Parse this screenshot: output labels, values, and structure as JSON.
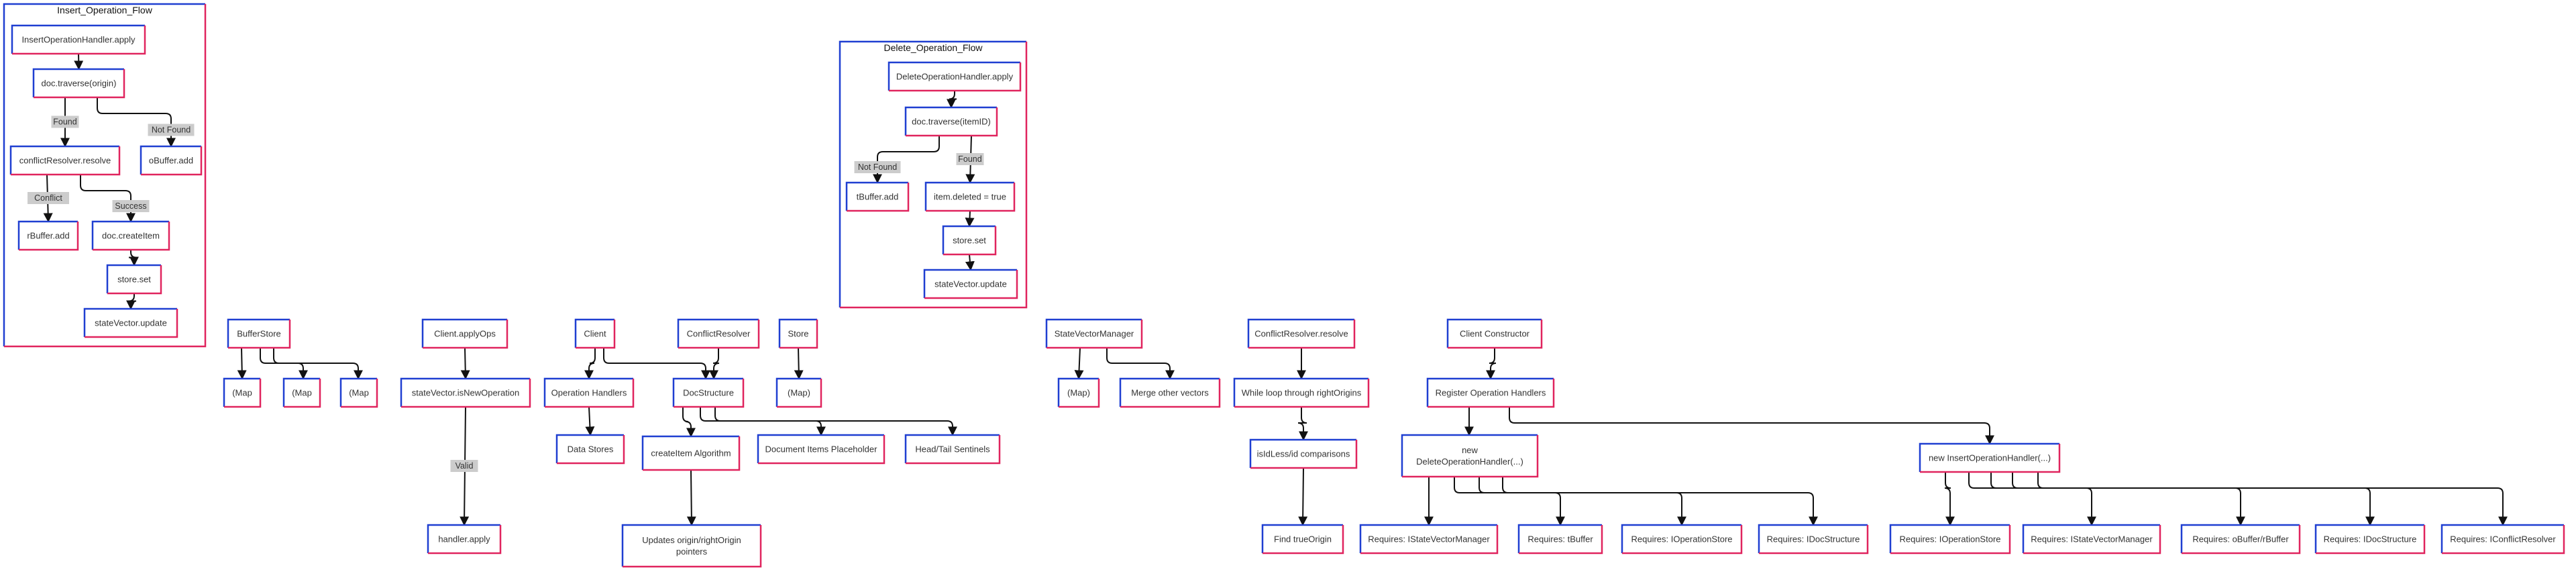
{
  "colors": {
    "border_primary": "#1f3fd1",
    "border_accent": "#e0245e",
    "edge": "#111111",
    "edge_label_bg": "#cccccc",
    "text": "#333333"
  },
  "groups": [
    {
      "id": "g_insert",
      "title": "Insert_Operation_Flow"
    },
    {
      "id": "g_delete",
      "title": "Delete_Operation_Flow"
    }
  ],
  "nodes": [
    {
      "id": "i1",
      "lines": [
        "InsertOperationHandler.apply"
      ]
    },
    {
      "id": "i2",
      "lines": [
        "doc.traverse(origin)"
      ]
    },
    {
      "id": "i3",
      "lines": [
        "conflictResolver.resolve"
      ]
    },
    {
      "id": "i4",
      "lines": [
        "oBuffer.add"
      ]
    },
    {
      "id": "i5",
      "lines": [
        "rBuffer.add"
      ]
    },
    {
      "id": "i6",
      "lines": [
        "doc.createItem"
      ]
    },
    {
      "id": "i7",
      "lines": [
        "store.set"
      ]
    },
    {
      "id": "i8",
      "lines": [
        "stateVector.update"
      ]
    },
    {
      "id": "d1",
      "lines": [
        "DeleteOperationHandler.apply"
      ]
    },
    {
      "id": "d2",
      "lines": [
        "doc.traverse(itemID)"
      ]
    },
    {
      "id": "d3",
      "lines": [
        "tBuffer.add"
      ]
    },
    {
      "id": "d4",
      "lines": [
        "item.deleted = true"
      ]
    },
    {
      "id": "d5",
      "lines": [
        "store.set"
      ]
    },
    {
      "id": "d6",
      "lines": [
        "stateVector.update"
      ]
    },
    {
      "id": "bs",
      "lines": [
        "BufferStore"
      ]
    },
    {
      "id": "bs1",
      "lines": [
        "(Map"
      ]
    },
    {
      "id": "bs2",
      "lines": [
        "(Map"
      ]
    },
    {
      "id": "bs3",
      "lines": [
        "(Map"
      ]
    },
    {
      "id": "ca",
      "lines": [
        "Client.applyOps"
      ]
    },
    {
      "id": "ca1",
      "lines": [
        "stateVector.isNewOperation"
      ]
    },
    {
      "id": "ca2",
      "lines": [
        "handler.apply"
      ]
    },
    {
      "id": "cl",
      "lines": [
        "Client"
      ]
    },
    {
      "id": "oh",
      "lines": [
        "Operation Handlers"
      ]
    },
    {
      "id": "dst",
      "lines": [
        "Data Stores"
      ]
    },
    {
      "id": "cr",
      "lines": [
        "ConflictResolver"
      ]
    },
    {
      "id": "ds",
      "lines": [
        "DocStructure"
      ]
    },
    {
      "id": "cia",
      "lines": [
        "createItem Algorithm"
      ]
    },
    {
      "id": "dip",
      "lines": [
        "Document Items Placeholder"
      ]
    },
    {
      "id": "hts",
      "lines": [
        "Head/Tail Sentinels"
      ]
    },
    {
      "id": "uop",
      "lines": [
        "Updates origin/rightOrigin",
        "pointers"
      ]
    },
    {
      "id": "st",
      "lines": [
        "Store"
      ]
    },
    {
      "id": "stm",
      "lines": [
        "(Map)"
      ]
    },
    {
      "id": "svm",
      "lines": [
        "StateVectorManager"
      ]
    },
    {
      "id": "svm1",
      "lines": [
        "(Map)"
      ]
    },
    {
      "id": "svm2",
      "lines": [
        "Merge other vectors"
      ]
    },
    {
      "id": "crr",
      "lines": [
        "ConflictResolver.resolve"
      ]
    },
    {
      "id": "crr1",
      "lines": [
        "While loop through rightOrigins"
      ]
    },
    {
      "id": "crr2",
      "lines": [
        "isIdLess/id comparisons"
      ]
    },
    {
      "id": "crr3",
      "lines": [
        "Find trueOrigin"
      ]
    },
    {
      "id": "cc",
      "lines": [
        "Client Constructor"
      ]
    },
    {
      "id": "roh",
      "lines": [
        "Register Operation Handlers"
      ]
    },
    {
      "id": "ndh",
      "lines": [
        "new",
        "DeleteOperationHandler(...)"
      ]
    },
    {
      "id": "nih",
      "lines": [
        "new InsertOperationHandler(...)"
      ]
    },
    {
      "id": "r1",
      "lines": [
        "Requires: IStateVectorManager"
      ]
    },
    {
      "id": "r2",
      "lines": [
        "Requires: tBuffer"
      ]
    },
    {
      "id": "r3",
      "lines": [
        "Requires: IOperationStore"
      ]
    },
    {
      "id": "r4",
      "lines": [
        "Requires: IDocStructure"
      ]
    },
    {
      "id": "r5",
      "lines": [
        "Requires: IOperationStore"
      ]
    },
    {
      "id": "r6",
      "lines": [
        "Requires: IStateVectorManager"
      ]
    },
    {
      "id": "r7",
      "lines": [
        "Requires: oBuffer/rBuffer"
      ]
    },
    {
      "id": "r8",
      "lines": [
        "Requires: IDocStructure"
      ]
    },
    {
      "id": "r9",
      "lines": [
        "Requires: IConflictResolver"
      ]
    }
  ],
  "edges": [
    {
      "from": "i1",
      "to": "i2",
      "label": ""
    },
    {
      "from": "i2",
      "to": "i3",
      "label": "Found"
    },
    {
      "from": "i2",
      "to": "i4",
      "label": "Not Found"
    },
    {
      "from": "i3",
      "to": "i5",
      "label": "Conflict"
    },
    {
      "from": "i3",
      "to": "i6",
      "label": "Success"
    },
    {
      "from": "i6",
      "to": "i7",
      "label": ""
    },
    {
      "from": "i7",
      "to": "i8",
      "label": ""
    },
    {
      "from": "d1",
      "to": "d2",
      "label": ""
    },
    {
      "from": "d2",
      "to": "d3",
      "label": "Not Found"
    },
    {
      "from": "d2",
      "to": "d4",
      "label": "Found"
    },
    {
      "from": "d4",
      "to": "d5",
      "label": ""
    },
    {
      "from": "d5",
      "to": "d6",
      "label": ""
    },
    {
      "from": "bs",
      "to": "bs1",
      "label": ""
    },
    {
      "from": "bs",
      "to": "bs2",
      "label": ""
    },
    {
      "from": "bs",
      "to": "bs3",
      "label": ""
    },
    {
      "from": "ca",
      "to": "ca1",
      "label": ""
    },
    {
      "from": "ca1",
      "to": "ca2",
      "label": "Valid"
    },
    {
      "from": "cl",
      "to": "oh",
      "label": ""
    },
    {
      "from": "cl",
      "to": "ds",
      "label": ""
    },
    {
      "from": "oh",
      "to": "dst",
      "label": ""
    },
    {
      "from": "cr",
      "to": "ds",
      "label": ""
    },
    {
      "from": "ds",
      "to": "cia",
      "label": ""
    },
    {
      "from": "ds",
      "to": "dip",
      "label": ""
    },
    {
      "from": "ds",
      "to": "hts",
      "label": ""
    },
    {
      "from": "cia",
      "to": "uop",
      "label": ""
    },
    {
      "from": "st",
      "to": "stm",
      "label": ""
    },
    {
      "from": "svm",
      "to": "svm1",
      "label": ""
    },
    {
      "from": "svm",
      "to": "svm2",
      "label": ""
    },
    {
      "from": "crr",
      "to": "crr1",
      "label": ""
    },
    {
      "from": "crr1",
      "to": "crr2",
      "label": ""
    },
    {
      "from": "crr2",
      "to": "crr3",
      "label": ""
    },
    {
      "from": "cc",
      "to": "roh",
      "label": ""
    },
    {
      "from": "roh",
      "to": "ndh",
      "label": ""
    },
    {
      "from": "roh",
      "to": "nih",
      "label": ""
    },
    {
      "from": "ndh",
      "to": "r1",
      "label": ""
    },
    {
      "from": "ndh",
      "to": "r2",
      "label": ""
    },
    {
      "from": "ndh",
      "to": "r3",
      "label": ""
    },
    {
      "from": "ndh",
      "to": "r4",
      "label": ""
    },
    {
      "from": "nih",
      "to": "r5",
      "label": ""
    },
    {
      "from": "nih",
      "to": "r6",
      "label": ""
    },
    {
      "from": "nih",
      "to": "r7",
      "label": ""
    },
    {
      "from": "nih",
      "to": "r8",
      "label": ""
    },
    {
      "from": "nih",
      "to": "r9",
      "label": ""
    }
  ]
}
